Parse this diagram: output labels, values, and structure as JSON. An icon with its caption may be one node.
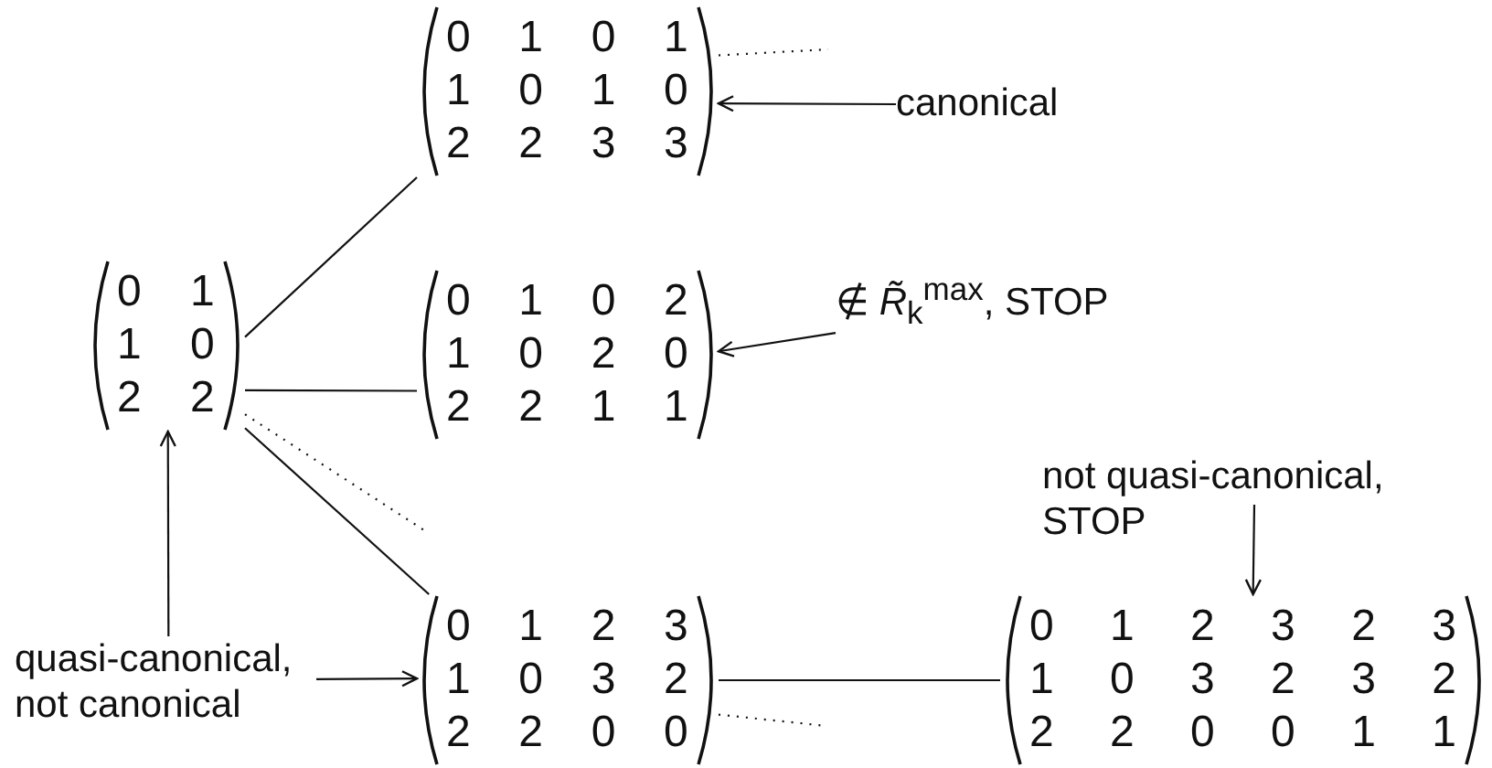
{
  "diagram": {
    "nodes": [
      {
        "text": [
          "0 1",
          "1 0",
          "2 2"
        ]
      },
      {
        "text": [
          "0 1 0 1",
          "1 0 1 0",
          "2 2 3 3"
        ]
      },
      {
        "text": [
          "canonical"
        ]
      },
      {
        "text": [
          "0 1 0 2",
          "1 0 2 0",
          "2 2 1 1"
        ]
      },
      {
        "text": [
          "∉ *R̃*$_{k}$$^{max}$, STOP"
        ]
      },
      {
        "text": [
          "0 1 2 3",
          "1 0 3 2",
          "2 2 0 0"
        ]
      },
      {
        "text": [
          "quasi-canonical, not canonical"
        ]
      },
      {
        "text": [
          "not quasi-canonical, STOP"
        ]
      },
      {
        "text": [
          "0 1 2 3 2 3",
          "1 0 3 2 3 2",
          "2 2 0 0 1 1"
        ]
      }
    ],
    "edges": [
      {
        "from": 0,
        "to": 1,
        "arrow": "none"
      },
      {
        "from": 0,
        "to": 3,
        "arrow": "none"
      },
      {
        "from": 0,
        "to": 5,
        "arrow": "none"
      },
      {
        "from": 0,
        "to": null,
        "arrow": "none",
        "style": "dashed"
      },
      {
        "from": 1,
        "to": null,
        "arrow": "none",
        "style": "dashed"
      },
      {
        "from": 2,
        "to": 1,
        "arrow": "to"
      },
      {
        "from": 4,
        "to": 3,
        "arrow": "to"
      },
      {
        "from": 6,
        "to": 0,
        "arrow": "to"
      },
      {
        "from": 6,
        "to": 5,
        "arrow": "to"
      },
      {
        "from": 5,
        "to": 8,
        "arrow": "none"
      },
      {
        "from": 5,
        "to": null,
        "arrow": "none",
        "style": "dashed"
      },
      {
        "from": 7,
        "to": 8,
        "arrow": "to"
      }
    ]
  }
}
